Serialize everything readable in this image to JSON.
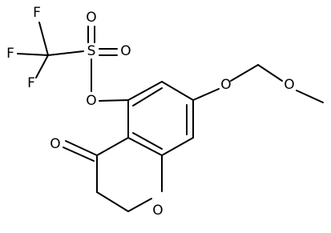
{
  "atoms": {
    "f_top": "F",
    "f_left": "F",
    "f_bottom": "F",
    "s": "S",
    "o_sulfonyl_top": "O",
    "o_sulfonyl_right": "O",
    "o_triflate": "O",
    "o_mom_aryl": "O",
    "o_methoxy": "O",
    "o_ketone": "O",
    "o_ring": "O"
  }
}
